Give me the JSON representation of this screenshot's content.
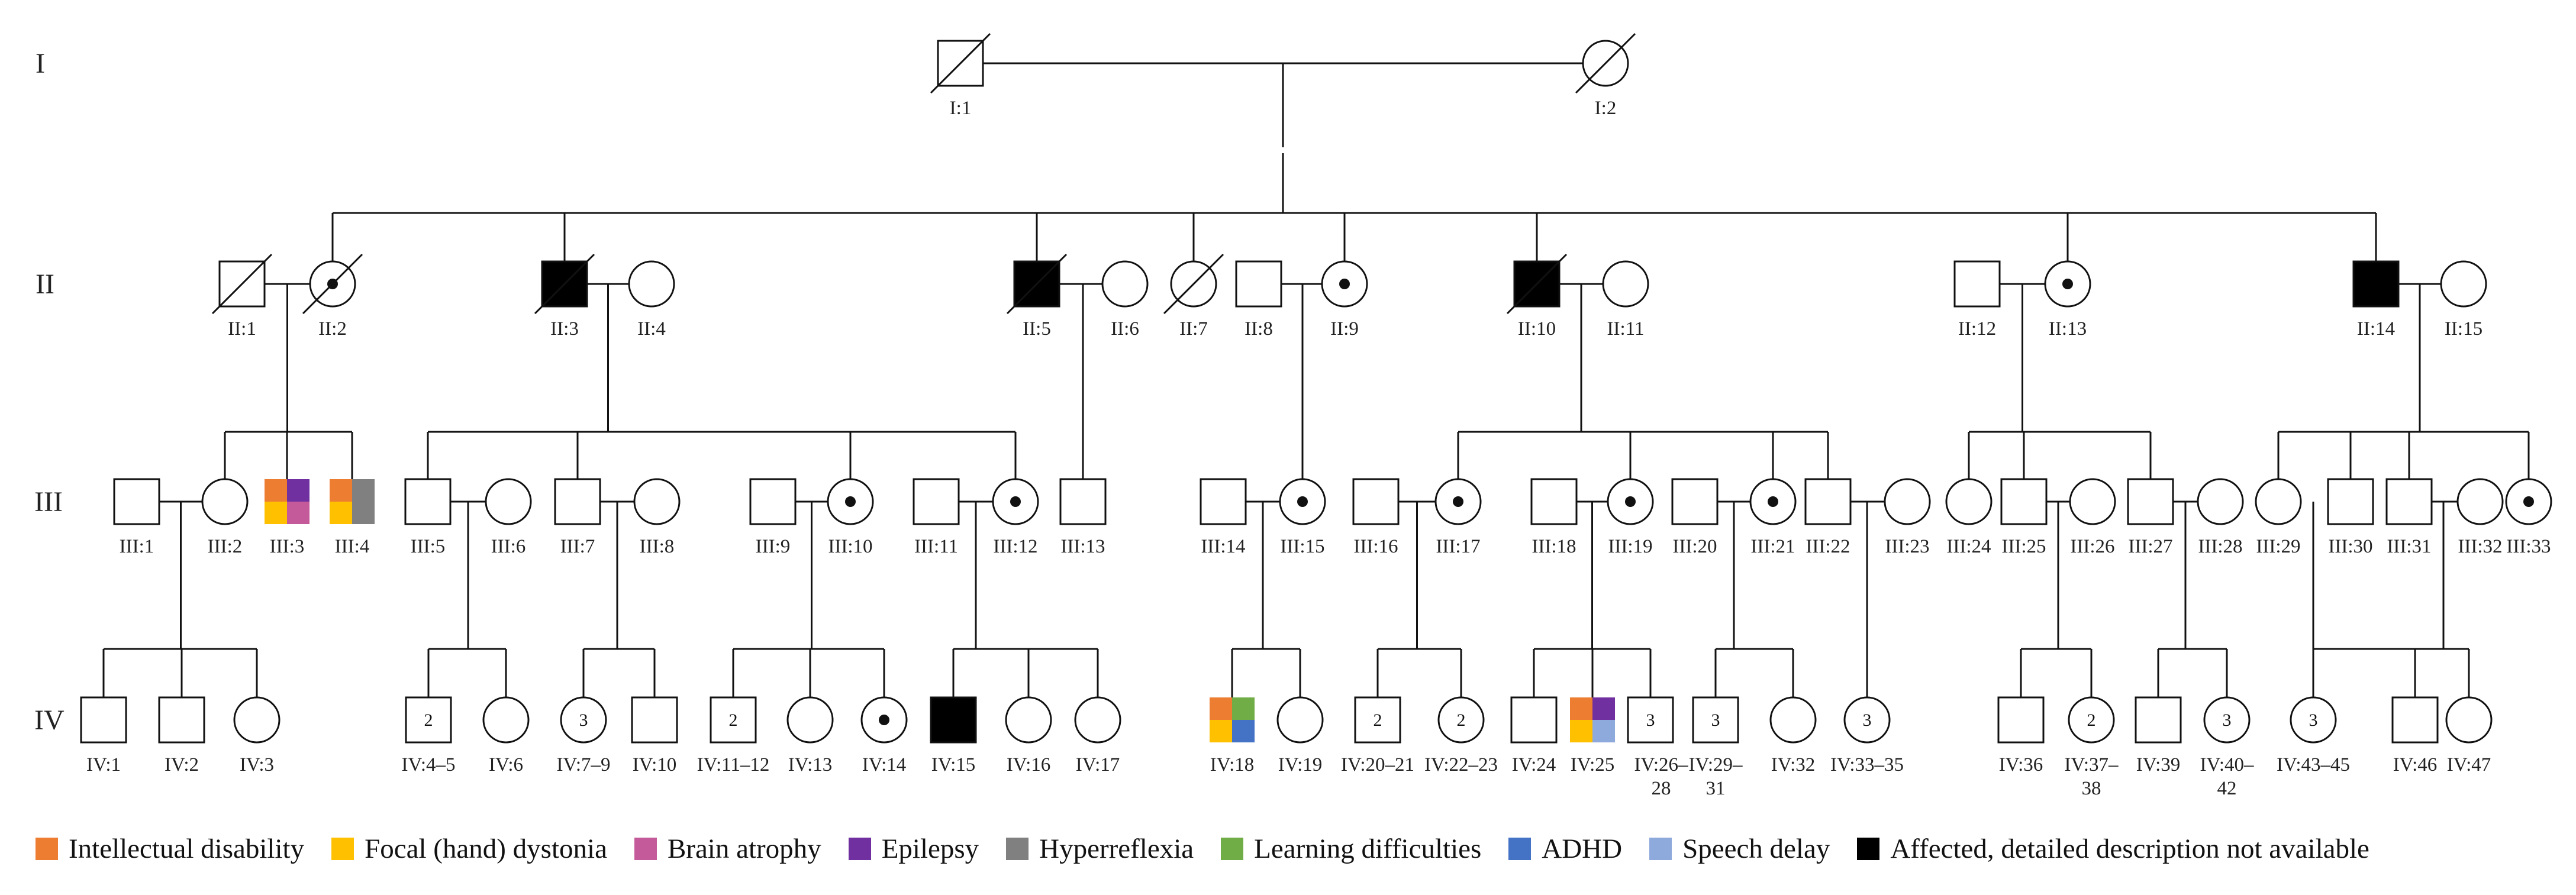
{
  "generation_labels": [
    "I",
    "II",
    "III",
    "IV"
  ],
  "individuals": {
    "I:1": {
      "label": "I:1",
      "sex": "male",
      "deceased": true
    },
    "I:2": {
      "label": "I:2",
      "sex": "female",
      "deceased": true
    },
    "II:1": {
      "label": "II:1",
      "sex": "male",
      "deceased": true
    },
    "II:2": {
      "label": "II:2",
      "sex": "female",
      "deceased": true,
      "carrier": true
    },
    "II:3": {
      "label": "II:3",
      "sex": "male",
      "deceased": true,
      "affected": true
    },
    "II:4": {
      "label": "II:4",
      "sex": "female"
    },
    "II:5": {
      "label": "II:5",
      "sex": "male",
      "deceased": true,
      "affected": true
    },
    "II:6": {
      "label": "II:6",
      "sex": "female"
    },
    "II:7": {
      "label": "II:7",
      "sex": "female",
      "deceased": true
    },
    "II:8": {
      "label": "II:8",
      "sex": "male"
    },
    "II:9": {
      "label": "II:9",
      "sex": "female",
      "carrier": true
    },
    "II:10": {
      "label": "II:10",
      "sex": "male",
      "deceased": true,
      "affected": true
    },
    "II:11": {
      "label": "II:11",
      "sex": "female"
    },
    "II:12": {
      "label": "II:12",
      "sex": "male"
    },
    "II:13": {
      "label": "II:13",
      "sex": "female",
      "carrier": true
    },
    "II:14": {
      "label": "II:14",
      "sex": "male",
      "affected": true
    },
    "II:15": {
      "label": "II:15",
      "sex": "female"
    },
    "III:1": {
      "label": "III:1",
      "sex": "male"
    },
    "III:2": {
      "label": "III:2",
      "sex": "female"
    },
    "III:3": {
      "label": "III:3",
      "sex": "male",
      "features": [
        "intellectual_disability",
        "epilepsy",
        "focal_dystonia",
        "brain_atrophy"
      ]
    },
    "III:4": {
      "label": "III:4",
      "sex": "male",
      "features": [
        "intellectual_disability",
        "hyperreflexia",
        "focal_dystonia",
        "hyperreflexia"
      ]
    },
    "III:5": {
      "label": "III:5",
      "sex": "male"
    },
    "III:6": {
      "label": "III:6",
      "sex": "female"
    },
    "III:7": {
      "label": "III:7",
      "sex": "male"
    },
    "III:8": {
      "label": "III:8",
      "sex": "female"
    },
    "III:9": {
      "label": "III:9",
      "sex": "male"
    },
    "III:10": {
      "label": "III:10",
      "sex": "female",
      "carrier": true
    },
    "III:11": {
      "label": "III:11",
      "sex": "male"
    },
    "III:12": {
      "label": "III:12",
      "sex": "female",
      "carrier": true
    },
    "III:13": {
      "label": "III:13",
      "sex": "male"
    },
    "III:14": {
      "label": "III:14",
      "sex": "male"
    },
    "III:15": {
      "label": "III:15",
      "sex": "female",
      "carrier": true
    },
    "III:16": {
      "label": "III:16",
      "sex": "male"
    },
    "III:17": {
      "label": "III:17",
      "sex": "female",
      "carrier": true
    },
    "III:18": {
      "label": "III:18",
      "sex": "male"
    },
    "III:19": {
      "label": "III:19",
      "sex": "female",
      "carrier": true
    },
    "III:20": {
      "label": "III:20",
      "sex": "male"
    },
    "III:21": {
      "label": "III:21",
      "sex": "female",
      "carrier": true
    },
    "III:22": {
      "label": "III:22",
      "sex": "male"
    },
    "III:23": {
      "label": "III:23",
      "sex": "female"
    },
    "III:24": {
      "label": "III:24",
      "sex": "female"
    },
    "III:25": {
      "label": "III:25",
      "sex": "male"
    },
    "III:26": {
      "label": "III:26",
      "sex": "female"
    },
    "III:27": {
      "label": "III:27",
      "sex": "male"
    },
    "III:28": {
      "label": "III:28",
      "sex": "female"
    },
    "III:29": {
      "label": "III:29",
      "sex": "female"
    },
    "III:30": {
      "label": "III:30",
      "sex": "male"
    },
    "III:31": {
      "label": "III:31",
      "sex": "male"
    },
    "III:32": {
      "label": "III:32",
      "sex": "female"
    },
    "III:33": {
      "label": "III:33",
      "sex": "female",
      "carrier": true
    },
    "IV:1": {
      "label": "IV:1",
      "sex": "male"
    },
    "IV:2": {
      "label": "IV:2",
      "sex": "male"
    },
    "IV:3": {
      "label": "IV:3",
      "sex": "female"
    },
    "IV:4-5": {
      "label": "IV:4–5",
      "sex": "male",
      "count": "2"
    },
    "IV:6": {
      "label": "IV:6",
      "sex": "female"
    },
    "IV:7-9": {
      "label": "IV:7–9",
      "sex": "female",
      "count": "3"
    },
    "IV:10": {
      "label": "IV:10",
      "sex": "male"
    },
    "IV:11-12": {
      "label": "IV:11–12",
      "sex": "male",
      "count": "2"
    },
    "IV:13": {
      "label": "IV:13",
      "sex": "female"
    },
    "IV:14": {
      "label": "IV:14",
      "sex": "female",
      "carrier": true
    },
    "IV:15": {
      "label": "IV:15",
      "sex": "male",
      "affected": true
    },
    "IV:16": {
      "label": "IV:16",
      "sex": "female"
    },
    "IV:17": {
      "label": "IV:17",
      "sex": "female"
    },
    "IV:18": {
      "label": "IV:18",
      "sex": "male",
      "features": [
        "intellectual_disability",
        "learning_difficulties",
        "focal_dystonia",
        "adhd"
      ]
    },
    "IV:19": {
      "label": "IV:19",
      "sex": "female"
    },
    "IV:20-21": {
      "label": "IV:20–21",
      "sex": "male",
      "count": "2"
    },
    "IV:22-23": {
      "label": "IV:22–23",
      "sex": "female",
      "count": "2"
    },
    "IV:24": {
      "label": "IV:24",
      "sex": "male"
    },
    "IV:25": {
      "label": "IV:25",
      "sex": "male",
      "features": [
        "intellectual_disability",
        "epilepsy",
        "focal_dystonia",
        "speech_delay"
      ]
    },
    "IV:26-28": {
      "label": "IV:26–28",
      "sex": "male",
      "count": "3"
    },
    "IV:29-31": {
      "label": "IV:29–31",
      "sex": "male",
      "count": "3"
    },
    "IV:32": {
      "label": "IV:32",
      "sex": "female"
    },
    "IV:33-35": {
      "label": "IV:33–35",
      "sex": "female",
      "count": "3"
    },
    "IV:36": {
      "label": "IV:36",
      "sex": "male"
    },
    "IV:37-38": {
      "label": "IV:37–38",
      "sex": "female",
      "count": "2"
    },
    "IV:39": {
      "label": "IV:39",
      "sex": "male"
    },
    "IV:40-42": {
      "label": "IV:40–42",
      "sex": "female",
      "count": "3"
    },
    "IV:43-45": {
      "label": "IV:43–45",
      "sex": "female",
      "count": "3"
    },
    "IV:46": {
      "label": "IV:46",
      "sex": "male"
    },
    "IV:47": {
      "label": "IV:47",
      "sex": "female"
    }
  },
  "legend": [
    {
      "key": "intellectual_disability",
      "label": "Intellectual disability",
      "color": "#ED7D31"
    },
    {
      "key": "focal_dystonia",
      "label": "Focal (hand) dystonia",
      "color": "#FFC000"
    },
    {
      "key": "brain_atrophy",
      "label": "Brain atrophy",
      "color": "#C55A9A"
    },
    {
      "key": "epilepsy",
      "label": "Epilepsy",
      "color": "#7030A0"
    },
    {
      "key": "hyperreflexia",
      "label": "Hyperreflexia",
      "color": "#808080"
    },
    {
      "key": "learning_difficulties",
      "label": "Learning difficulties",
      "color": "#70AD47"
    },
    {
      "key": "adhd",
      "label": "ADHD",
      "color": "#4472C4"
    },
    {
      "key": "speech_delay",
      "label": "Speech delay",
      "color": "#8EA9DB"
    },
    {
      "key": "affected",
      "label": "Affected, detailed description not available",
      "color": "#000000"
    }
  ]
}
